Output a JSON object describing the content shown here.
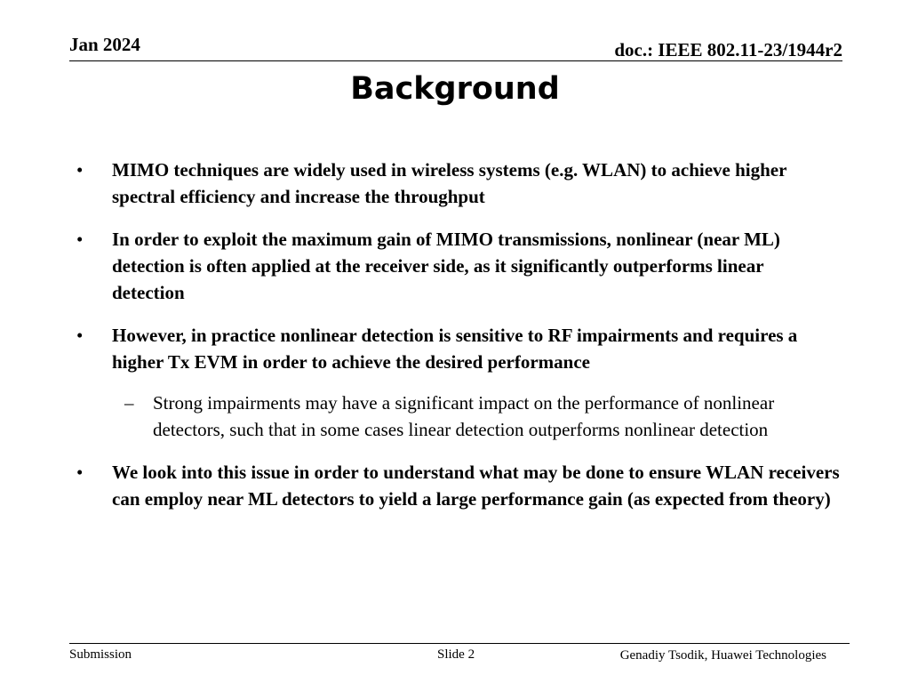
{
  "header": {
    "date": "Jan 2024",
    "doc_id": "doc.: IEEE 802.11-23/1944r2"
  },
  "slide": {
    "title": "Background",
    "bullets": [
      {
        "mark": "•",
        "text": "MIMO techniques are widely used in wireless systems (e.g. WLAN) to achieve higher spectral efficiency and increase the throughput"
      },
      {
        "mark": "•",
        "text": "In order to exploit the maximum gain of MIMO transmissions, nonlinear (near ML) detection is often applied at the receiver side, as it significantly outperforms linear detection"
      },
      {
        "mark": "•",
        "text": "However, in practice nonlinear detection is sensitive to RF impairments and requires a higher Tx EVM in order to achieve the desired performance",
        "sub": {
          "mark": "–",
          "text": "Strong impairments may have a significant impact on the performance of nonlinear detectors, such that in some cases linear detection outperforms nonlinear detection"
        }
      },
      {
        "mark": "•",
        "text": "We look into this issue in order to understand what may be done to ensure WLAN receivers can employ near ML detectors to yield a large performance gain (as expected from theory)"
      }
    ]
  },
  "footer": {
    "left": "Submission",
    "center": "Slide 2",
    "right": "Genadiy Tsodik, Huawei Technologies"
  }
}
